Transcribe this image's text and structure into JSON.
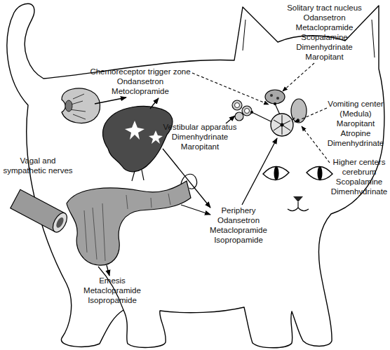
{
  "diagram": {
    "nodes": [
      {
        "text": [
          "Solitary tract nucleus",
          "Odansetron",
          "Metaclopramide",
          "Scopalamine",
          "Dimenhydrinate",
          "Maropitant"
        ]
      },
      {
        "text": [
          "Chemoreceptor trigger zone",
          "Ondansetron",
          "Metoclopramide"
        ]
      },
      {
        "text": [
          "Vomiting center (Medula)",
          "Maropitant",
          "Atropine",
          "Dimenhydrinate"
        ]
      },
      {
        "text": [
          "Vestibular apparatus",
          "Dimenhydrinate",
          "Maropitant"
        ]
      },
      {
        "text": [
          "Vagal and sympathetic nerves"
        ]
      },
      {
        "text": [
          "Higher centers cerebrum",
          "Scopalamine",
          "Dimenhydrinate"
        ]
      },
      {
        "text": [
          "Periphery",
          "Odansetron",
          "Metaclopramide",
          "Isopropamide"
        ]
      },
      {
        "text": [
          "Emesis",
          "Metaclopramide",
          "Isopropamide"
        ]
      }
    ]
  }
}
